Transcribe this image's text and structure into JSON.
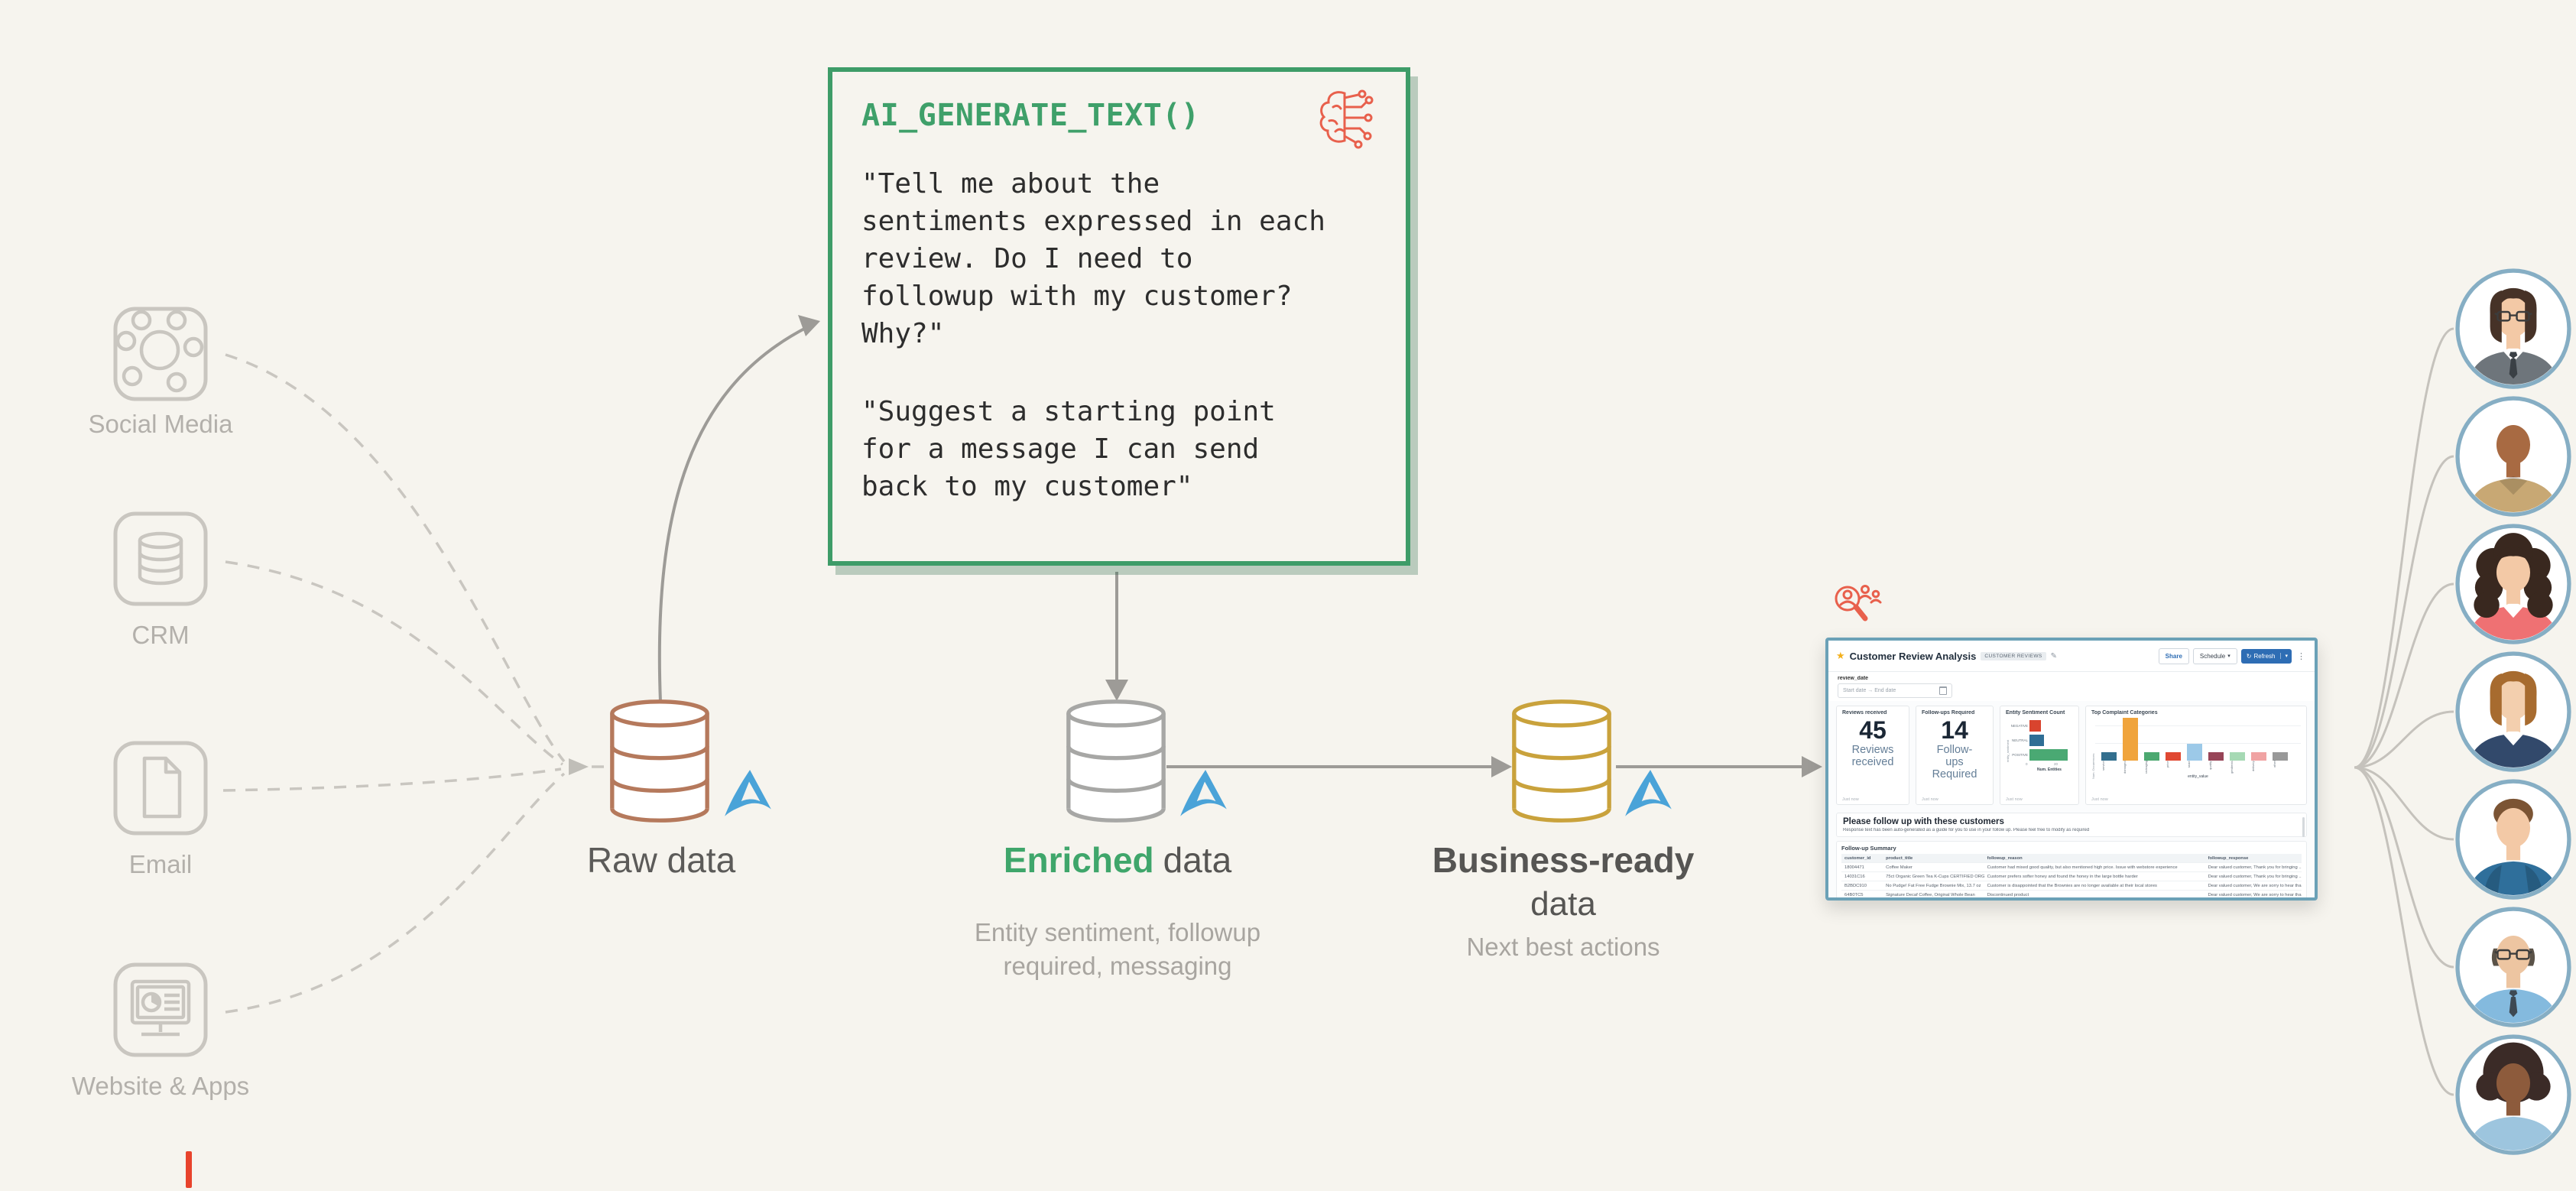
{
  "colors": {
    "background": "#f6f4ee",
    "accent_green": "#3fa66b",
    "accent_coral": "#e8604c",
    "accent_blue": "#4aa3d8",
    "raw_cylinder": "#b5795c",
    "enriched_cylinder": "#a7a7a5",
    "business_cylinder": "#c9a23c",
    "dashboard_border": "#6ba1b7",
    "avatar_ring": "#86aec4"
  },
  "sources": {
    "items": [
      {
        "label": "Social Media",
        "icon": "social-media-icon"
      },
      {
        "label": "CRM",
        "icon": "crm-database-icon"
      },
      {
        "label": "Email",
        "icon": "email-document-icon"
      },
      {
        "label": "Website & Apps",
        "icon": "website-apps-icon"
      }
    ]
  },
  "ai_box": {
    "title": "AI_GENERATE_TEXT()",
    "icon": "ai-brain-circuit-icon",
    "prompt1": "\"Tell me about the\nsentiments expressed in each\nreview. Do I need to\nfollowup with my customer?\nWhy?\"",
    "prompt2": "\"Suggest a starting point\nfor a message I can send\nback to my customer\""
  },
  "stages": {
    "raw": {
      "label": "Raw data"
    },
    "enriched": {
      "label_accent": "Enriched",
      "label_rest": "data",
      "subtitle": "Entity sentiment, followup\nrequired, messaging"
    },
    "business": {
      "label_line1": "Business-ready",
      "label_line2": "data",
      "subtitle": "Next best actions"
    }
  },
  "dashboard": {
    "title": "Customer Review Analysis",
    "badge": "CUSTOMER REVIEWS",
    "star_icon": "★",
    "edit_icon": "✎",
    "toolbar": {
      "share": "Share",
      "schedule": "Schedule",
      "schedule_caret": "▾",
      "refresh_icon": "↻",
      "refresh": "Refresh",
      "refresh_caret": "▾",
      "menu": "⋮"
    },
    "filter": {
      "label": "review_date",
      "value": "Start date  →  End date"
    },
    "kpis": [
      {
        "title": "Reviews received",
        "value": "45",
        "label": "Reviews\nreceived",
        "footer": "Just now"
      },
      {
        "title": "Follow-ups Required",
        "value": "14",
        "label": "Follow-\nups\nRequired",
        "footer": "Just now"
      }
    ],
    "chart_footers": [
      "Just now",
      "Just now"
    ],
    "followup": {
      "heading": "Please follow up with these customers",
      "note": "Response text has been auto-generated as a guide for you to use in your follow up. Please feel free to modify as required",
      "table_title": "Follow-up Summary",
      "columns": [
        "customer_id",
        "product_title",
        "followup_reason",
        "followup_response"
      ],
      "rows": [
        [
          "18004471",
          "Coffee Maker",
          "Customer had mixed good quality, but also mentioned high price. Issue with webstore experience",
          "Dear valued customer, Thank you for bringing ..."
        ],
        [
          "14031C16",
          "75ct Organic Green Tea K-Cups CERTIFIED ORGANIC",
          "Customer prefers softer honey and found the honey in the large bottle harder",
          "Dear valued customer, Thank you for bringing ..."
        ],
        [
          "B2BDC910",
          "No Pudge! Fat Free Fudge Brownie Mix, 13.7 oz",
          "Customer is disappointed that the Brownies are no longer available at their local stores",
          "Dear valued customer, We are sorry to hear tha..."
        ],
        [
          "64B0TC5",
          "Signature Decaf Coffee, Original Whole Bean",
          "Discontinued product",
          "Dear valued customer, We are sorry to hear tha..."
        ]
      ]
    }
  },
  "chart_data": [
    {
      "type": "bar",
      "orientation": "horizontal",
      "title": "Entity Sentiment Count",
      "categories": [
        "NEGATIVE",
        "NEUTRAL",
        "POSITIVE"
      ],
      "values": [
        8,
        10,
        27
      ],
      "colors": [
        "#d9442e",
        "#2f6e95",
        "#4aa973"
      ],
      "xlabel": "Num. Entities",
      "ylabel": "entity_sentiment",
      "xlim": [
        0,
        30
      ],
      "xticks": [
        0,
        20
      ],
      "legend": false,
      "grid": false
    },
    {
      "type": "bar",
      "orientation": "vertical",
      "title": "Top Complaint Categories",
      "categories": [
        "service",
        "damaged",
        "packaging",
        "price",
        "taste",
        "quality",
        "ingredients",
        "delivery",
        "other"
      ],
      "values": [
        1,
        5,
        1,
        1,
        2,
        1,
        1,
        1,
        1
      ],
      "colors": [
        "#336f8e",
        "#f0a43c",
        "#4ca870",
        "#e04832",
        "#9cc9e8",
        "#974457",
        "#a6d9b4",
        "#f0a3a3",
        "#999999"
      ],
      "xlabel": "entity_value",
      "ylabel": "Num. Occurrences",
      "ylim": [
        0,
        5
      ],
      "legend": false,
      "grid": true
    }
  ],
  "avatars": {
    "people": [
      "avatar-woman-glasses-bob",
      "avatar-bald-man",
      "avatar-woman-curly-hair",
      "avatar-woman-auburn-bob",
      "avatar-man-blue-hoodie",
      "avatar-bald-man-glasses",
      "avatar-woman-afro"
    ]
  }
}
